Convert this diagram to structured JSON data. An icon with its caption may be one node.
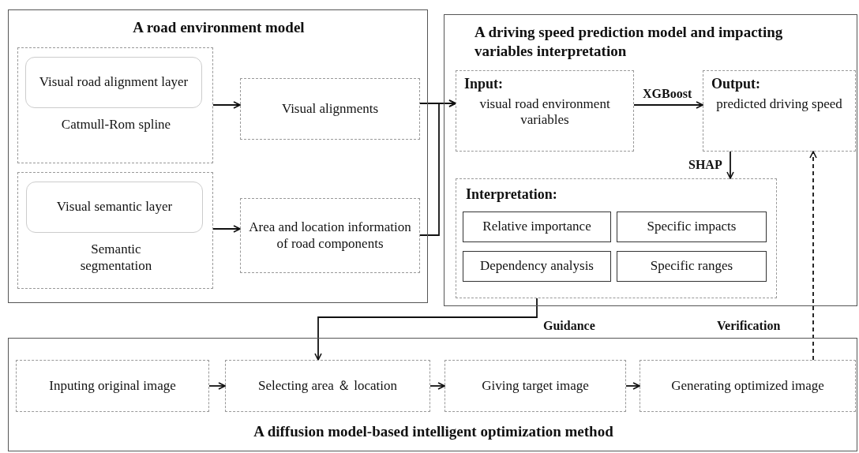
{
  "diagram": {
    "nodes": [
      {
        "text": [
          "A road environment model"
        ]
      },
      {
        "text": [
          "Catmull-Rom spline"
        ],
        "in": 0
      },
      {
        "text": [
          "Visual road alignment layer"
        ],
        "in": 1
      },
      {
        "text": [
          "Visual alignments"
        ],
        "in": 0
      },
      {
        "text": [
          "Semantic segmentation"
        ],
        "in": 0
      },
      {
        "text": [
          "Visual semantic layer"
        ],
        "in": 4
      },
      {
        "text": [
          "Area and location information of road components"
        ],
        "in": 0
      },
      {
        "text": [
          "A driving speed prediction model and impacting variables interpretation"
        ]
      },
      {
        "text": [
          "Input:",
          "visual road environment variables"
        ],
        "in": 7
      },
      {
        "text": [
          "Output:",
          "predicted driving speed"
        ],
        "in": 7
      },
      {
        "text": [
          "Interpretation:"
        ],
        "in": 7
      },
      {
        "text": [
          "Relative importance"
        ],
        "in": 10
      },
      {
        "text": [
          "Specific impacts"
        ],
        "in": 10
      },
      {
        "text": [
          "Dependency analysis"
        ],
        "in": 10
      },
      {
        "text": [
          "Specific ranges"
        ],
        "in": 10
      },
      {
        "text": [
          "A diffusion model-based intelligent optimization method"
        ]
      },
      {
        "text": [
          "Inputing original image"
        ],
        "in": 15
      },
      {
        "text": [
          "Selecting area ＆ location"
        ],
        "in": 15
      },
      {
        "text": [
          "Giving target image"
        ],
        "in": 15
      },
      {
        "text": [
          "Generating optimized image"
        ],
        "in": 15
      }
    ],
    "edges": [
      {
        "from": 1,
        "to": 3,
        "arrow": "to"
      },
      {
        "from": 4,
        "to": 6,
        "arrow": "to"
      },
      {
        "from": 3,
        "to": 8,
        "arrow": "to"
      },
      {
        "from": 6,
        "to": 8,
        "arrow": "to"
      },
      {
        "from": 8,
        "to": 9,
        "arrow": "to",
        "label": "XGBoost"
      },
      {
        "from": 9,
        "to": 10,
        "arrow": "to",
        "label": "SHAP"
      },
      {
        "from": 10,
        "to": 17,
        "arrow": "to",
        "label": "Guidance"
      },
      {
        "from": 19,
        "to": 9,
        "arrow": "to",
        "label": "Verification",
        "style": "dashed"
      },
      {
        "from": 16,
        "to": 17,
        "arrow": "to"
      },
      {
        "from": 17,
        "to": 18,
        "arrow": "to"
      },
      {
        "from": 18,
        "to": 19,
        "arrow": "to"
      }
    ]
  }
}
